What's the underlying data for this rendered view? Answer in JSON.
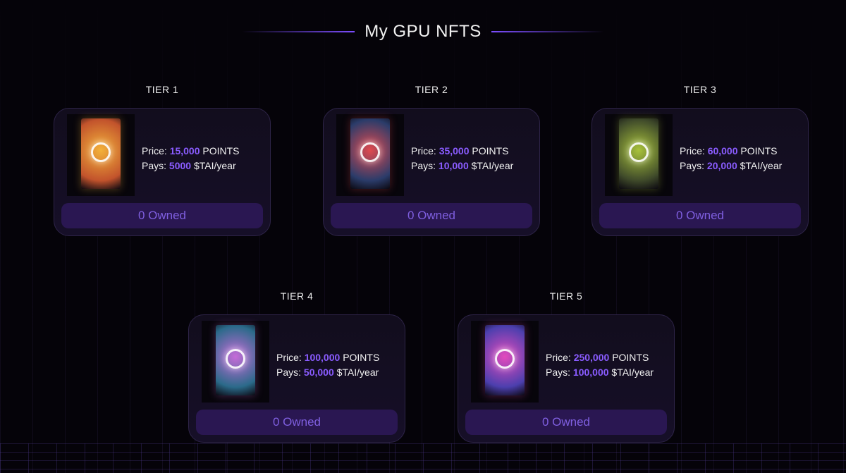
{
  "header": {
    "title": "My GPU NFTS"
  },
  "labels": {
    "price": "Price:",
    "pays": "Pays:"
  },
  "tiers": [
    {
      "label": "TIER 1",
      "price": "15,000",
      "price_unit": "POINTS",
      "pays": "5000",
      "pays_unit": "$TAI/year",
      "owned": "0 Owned",
      "colors": [
        "#f3b13a",
        "#c2532c"
      ]
    },
    {
      "label": "TIER 2",
      "price": "35,000",
      "price_unit": "POINTS",
      "pays": "10,000",
      "pays_unit": "$TAI/year",
      "owned": "0 Owned",
      "colors": [
        "#e0494e",
        "#2b3c6a"
      ]
    },
    {
      "label": "TIER 3",
      "price": "60,000",
      "price_unit": "POINTS",
      "pays": "20,000",
      "pays_unit": "$TAI/year",
      "owned": "0 Owned",
      "colors": [
        "#a8c23b",
        "#3f4a2a"
      ]
    },
    {
      "label": "TIER 4",
      "price": "100,000",
      "price_unit": "POINTS",
      "pays": "50,000",
      "pays_unit": "$TAI/year",
      "owned": "0 Owned",
      "colors": [
        "#c66bd9",
        "#2b6a8a"
      ]
    },
    {
      "label": "TIER 5",
      "price": "250,000",
      "price_unit": "POINTS",
      "pays": "100,000",
      "pays_unit": "$TAI/year",
      "owned": "0 Owned",
      "colors": [
        "#e34bbd",
        "#4c3fae"
      ]
    }
  ],
  "colors": {
    "accent": "#8a5cff",
    "button_bg": "#2a1752",
    "button_text": "#7f5fe0"
  }
}
